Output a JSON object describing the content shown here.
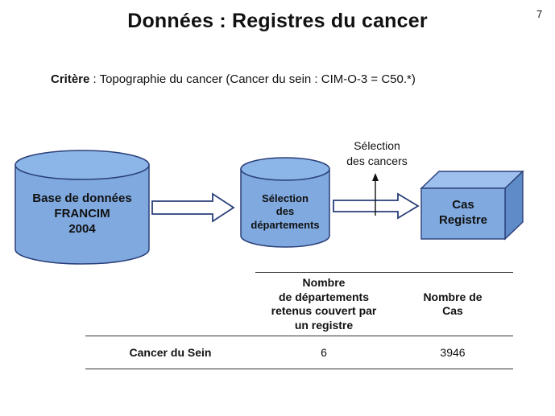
{
  "slide_number": "7",
  "title": "Données : Registres du cancer",
  "criteria": {
    "label": "Critère",
    "text": " : Topographie du cancer (Cancer du sein : CIM-O-3 = C50.*)"
  },
  "diagram": {
    "nodes": [
      {
        "id": "francim",
        "shape": "cylinder",
        "lines": [
          "Base de données",
          "FRANCIM",
          "2004"
        ]
      },
      {
        "id": "selection-departements",
        "shape": "cylinder",
        "lines": [
          "Sélection",
          "des",
          "départements"
        ]
      },
      {
        "id": "cas-registre",
        "shape": "box",
        "lines": [
          "Cas",
          "Registre"
        ]
      }
    ],
    "annotation": {
      "lines": [
        "Sélection",
        "des cancers"
      ]
    },
    "colors": {
      "fill": "#7fa9df",
      "stroke": "#2a3f78",
      "top": "#8cb5e8",
      "box_top": "#9dc0ee",
      "box_side": "#5f8cc9"
    }
  },
  "table": {
    "headers": [
      {
        "lines": []
      },
      {
        "lines": [
          "Nombre",
          "de départements",
          "retenus couvert par",
          "un registre"
        ]
      },
      {
        "lines": [
          "Nombre de",
          "Cas"
        ]
      }
    ],
    "rows": [
      {
        "label": "Cancer du Sein",
        "departements": "6",
        "cas": "3946"
      }
    ]
  }
}
